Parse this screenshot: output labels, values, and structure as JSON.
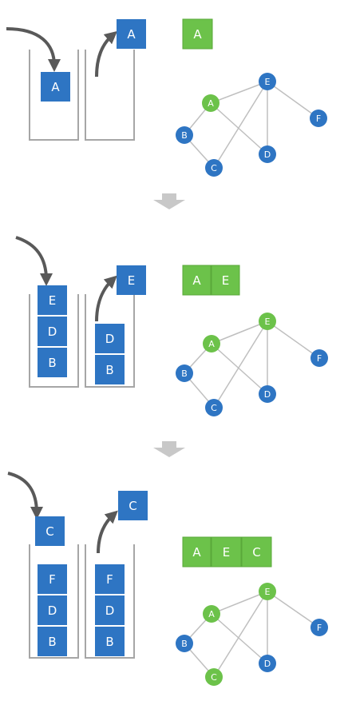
{
  "colors": {
    "blue": "#2e75c3",
    "green": "#6cc24a",
    "green_border": "#5aa83a",
    "stack_outline": "#a6a6a6",
    "arrow": "#595959",
    "edge": "#bfbfbf",
    "step_arrow": "#c8c8c8"
  },
  "graph_edges": [
    [
      "A",
      "E"
    ],
    [
      "A",
      "B"
    ],
    [
      "A",
      "D"
    ],
    [
      "B",
      "C"
    ],
    [
      "C",
      "E"
    ],
    [
      "E",
      "D"
    ],
    [
      "E",
      "F"
    ]
  ],
  "panels": [
    {
      "left_stack": [
        "A"
      ],
      "right_stack": [],
      "popped": "A",
      "visited": [
        "A"
      ],
      "visited_nodes": [
        "A"
      ]
    },
    {
      "left_stack": [
        "E",
        "D",
        "B"
      ],
      "right_stack": [
        "D",
        "B"
      ],
      "popped": "E",
      "visited": [
        "A",
        "E"
      ],
      "visited_nodes": [
        "A",
        "E"
      ]
    },
    {
      "left_stack": [
        "C",
        "F",
        "D",
        "B"
      ],
      "right_stack": [
        "F",
        "D",
        "B"
      ],
      "popped": "C",
      "visited": [
        "A",
        "E",
        "C"
      ],
      "visited_nodes": [
        "A",
        "E",
        "C"
      ]
    }
  ]
}
